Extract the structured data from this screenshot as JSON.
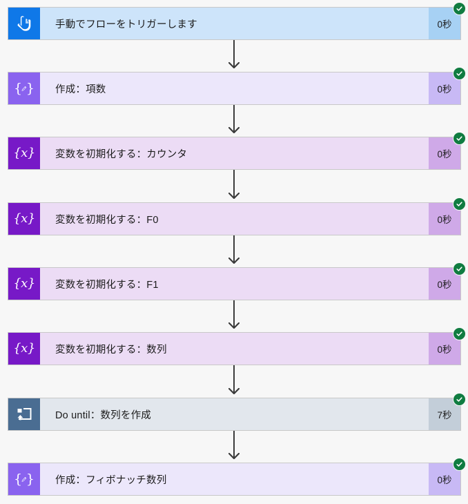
{
  "view": {
    "name": "flow-run-history",
    "background_color": "#f7f7f7",
    "connector_color": "#3b3b3b",
    "status_badge": {
      "name": "succeeded-check-icon",
      "color": "#107c41",
      "glyph": "check"
    }
  },
  "steps": [
    {
      "id": "trigger-manual",
      "title": "手動でフローをトリガーします",
      "duration": "0秒",
      "status": "succeeded",
      "icon": "touch-hand-icon",
      "icon_kind": "hand",
      "icon_bg": "#0f78e8",
      "body_bg": "#cde4fa",
      "duration_bg": "#a7d1f4"
    },
    {
      "id": "compose-term-count",
      "title": "作成：項数",
      "duration": "0秒",
      "status": "succeeded",
      "icon": "compose-braces-pencil-icon",
      "icon_kind": "compose",
      "icon_bg": "#8a63ef",
      "body_bg": "#ece7fb",
      "duration_bg": "#c8b9f5"
    },
    {
      "id": "init-variable-counter",
      "title": "変数を初期化する：カウンタ",
      "duration": "0秒",
      "status": "succeeded",
      "icon": "initialize-variable-icon",
      "icon_kind": "variable",
      "icon_bg": "#7719c7",
      "body_bg": "#ecdcf5",
      "duration_bg": "#cfa9e8"
    },
    {
      "id": "init-variable-f0",
      "title": "変数を初期化する：F0",
      "duration": "0秒",
      "status": "succeeded",
      "icon": "initialize-variable-icon",
      "icon_kind": "variable",
      "icon_bg": "#7719c7",
      "body_bg": "#ecdcf5",
      "duration_bg": "#cfa9e8"
    },
    {
      "id": "init-variable-f1",
      "title": "変数を初期化する：F1",
      "duration": "0秒",
      "status": "succeeded",
      "icon": "initialize-variable-icon",
      "icon_kind": "variable",
      "icon_bg": "#7719c7",
      "body_bg": "#ecdcf5",
      "duration_bg": "#cfa9e8"
    },
    {
      "id": "init-variable-sequence",
      "title": "変数を初期化する：数列",
      "duration": "0秒",
      "status": "succeeded",
      "icon": "initialize-variable-icon",
      "icon_kind": "variable",
      "icon_bg": "#7719c7",
      "body_bg": "#ecdcf5",
      "duration_bg": "#cfa9e8"
    },
    {
      "id": "do-until-build-sequence",
      "title": "Do until：数列を作成",
      "duration": "7秒",
      "status": "succeeded",
      "icon": "do-until-loop-icon",
      "icon_kind": "loop",
      "icon_bg": "#4a6d92",
      "body_bg": "#e2e7ed",
      "duration_bg": "#c3ced9"
    },
    {
      "id": "compose-fibonacci-sequence",
      "title": "作成：フィボナッチ数列",
      "duration": "0秒",
      "status": "succeeded",
      "icon": "compose-braces-pencil-icon",
      "icon_kind": "compose",
      "icon_bg": "#8a63ef",
      "body_bg": "#ece7fb",
      "duration_bg": "#c8b9f5"
    }
  ]
}
